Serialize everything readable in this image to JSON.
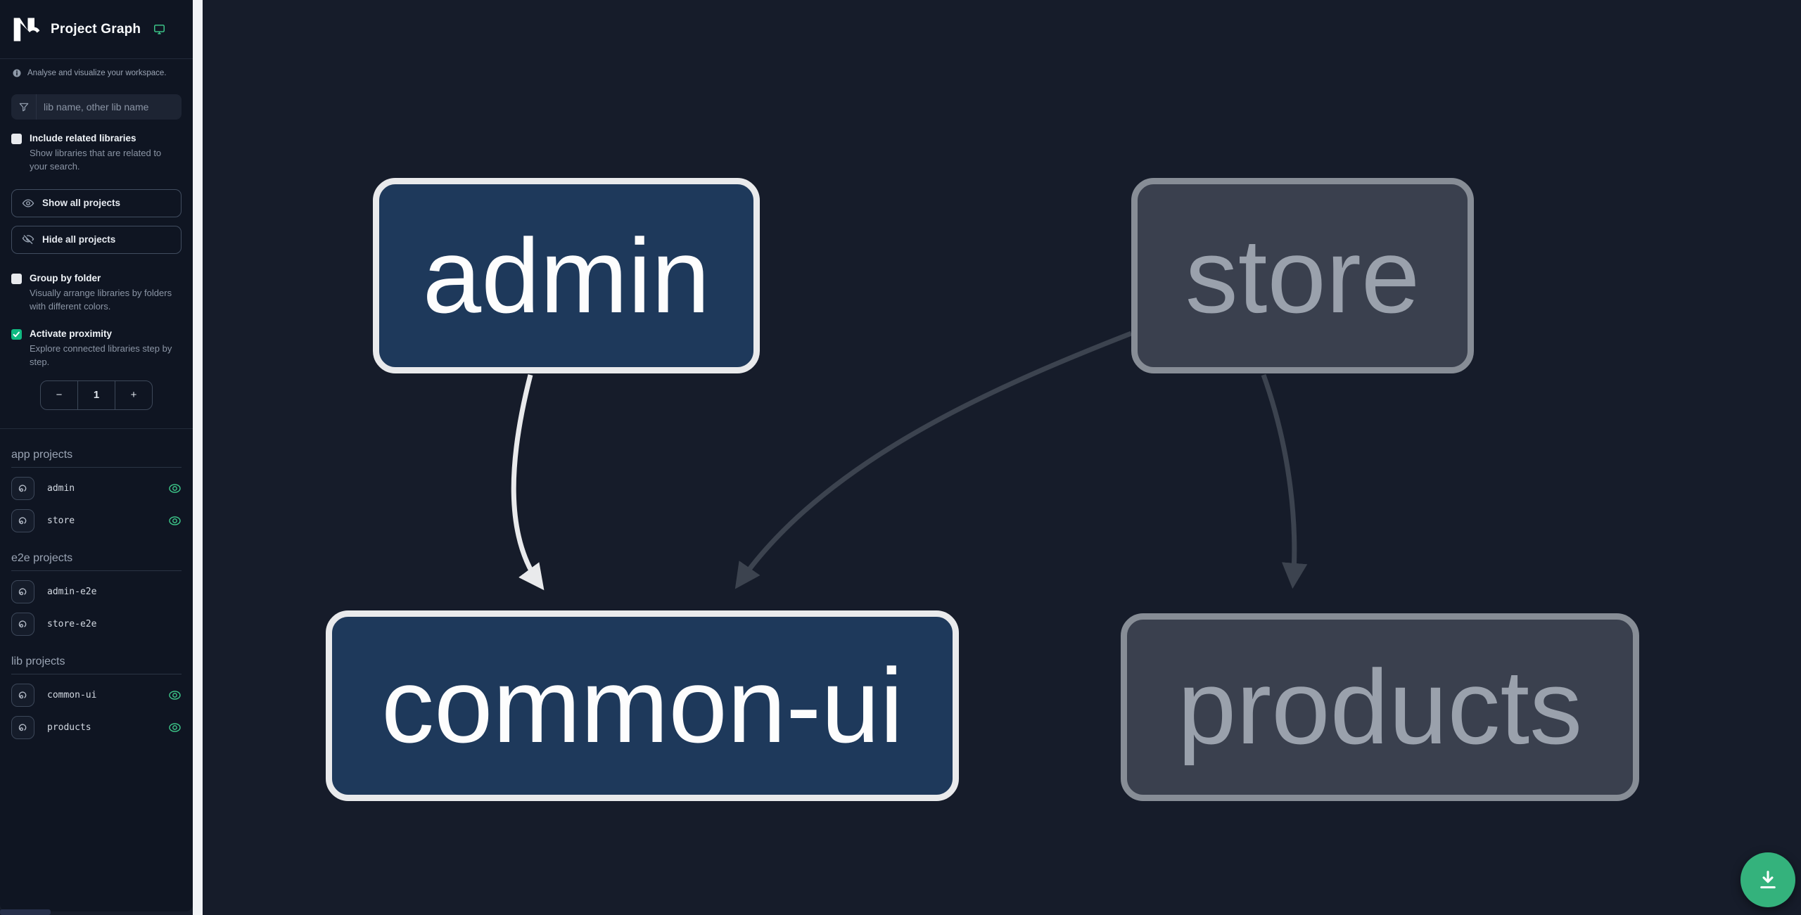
{
  "app": {
    "title": "Project Graph",
    "subtitle": "Analyse and visualize your workspace."
  },
  "search": {
    "placeholder": "lib name, other lib name"
  },
  "filters": {
    "include_related": {
      "label": "Include related libraries",
      "description": "Show libraries that are related to your search.",
      "checked": false
    },
    "group_by_folder": {
      "label": "Group by folder",
      "description": "Visually arrange libraries by folders with different colors.",
      "checked": false
    },
    "activate_proximity": {
      "label": "Activate proximity",
      "description": "Explore connected libraries step by step.",
      "checked": true
    }
  },
  "actions": {
    "show_all": "Show all projects",
    "hide_all": "Hide all projects"
  },
  "proximity_stepper": {
    "decrement": "−",
    "value": "1",
    "increment": "+"
  },
  "project_sections": [
    {
      "title": "app projects",
      "items": [
        {
          "name": "admin",
          "visible": true
        },
        {
          "name": "store",
          "visible": true
        }
      ]
    },
    {
      "title": "e2e projects",
      "items": [
        {
          "name": "admin-e2e",
          "visible": false
        },
        {
          "name": "store-e2e",
          "visible": false
        }
      ]
    },
    {
      "title": "lib projects",
      "items": [
        {
          "name": "common-ui",
          "visible": true
        },
        {
          "name": "products",
          "visible": true
        }
      ]
    }
  ],
  "graph": {
    "nodes": [
      {
        "id": "admin",
        "label": "admin",
        "state": "focused"
      },
      {
        "id": "store",
        "label": "store",
        "state": "faded"
      },
      {
        "id": "common-ui",
        "label": "common-ui",
        "state": "focused"
      },
      {
        "id": "products",
        "label": "products",
        "state": "faded"
      }
    ],
    "edges": [
      {
        "from": "admin",
        "to": "common-ui",
        "state": "focused"
      },
      {
        "from": "store",
        "to": "common-ui",
        "state": "faded"
      },
      {
        "from": "store",
        "to": "products",
        "state": "faded"
      }
    ]
  },
  "icons": {
    "brand": "nx-logo",
    "header_action": "monitor-icon",
    "info": "info-icon",
    "search": "filter-funnel-icon",
    "show_all": "eye-icon",
    "hide_all": "eye-off-icon",
    "project_item": "focus-icon",
    "visibility": "eye-icon",
    "fab": "download-icon"
  },
  "colors": {
    "accent_green": "#3fcf8e",
    "fab_green": "#34b27c",
    "check_green": "#10b981",
    "node_focused_bg": "#1e395b",
    "node_focused_border": "#e9eaec",
    "node_faded_bg": "#3a404e",
    "node_faded_border": "#878d96",
    "edge_focused": "#e9eaec",
    "edge_faded": "#3c434f",
    "sidebar_bg": "#0f1522",
    "canvas_bg": "#161c2a",
    "gutter": "#f1f3f6"
  }
}
